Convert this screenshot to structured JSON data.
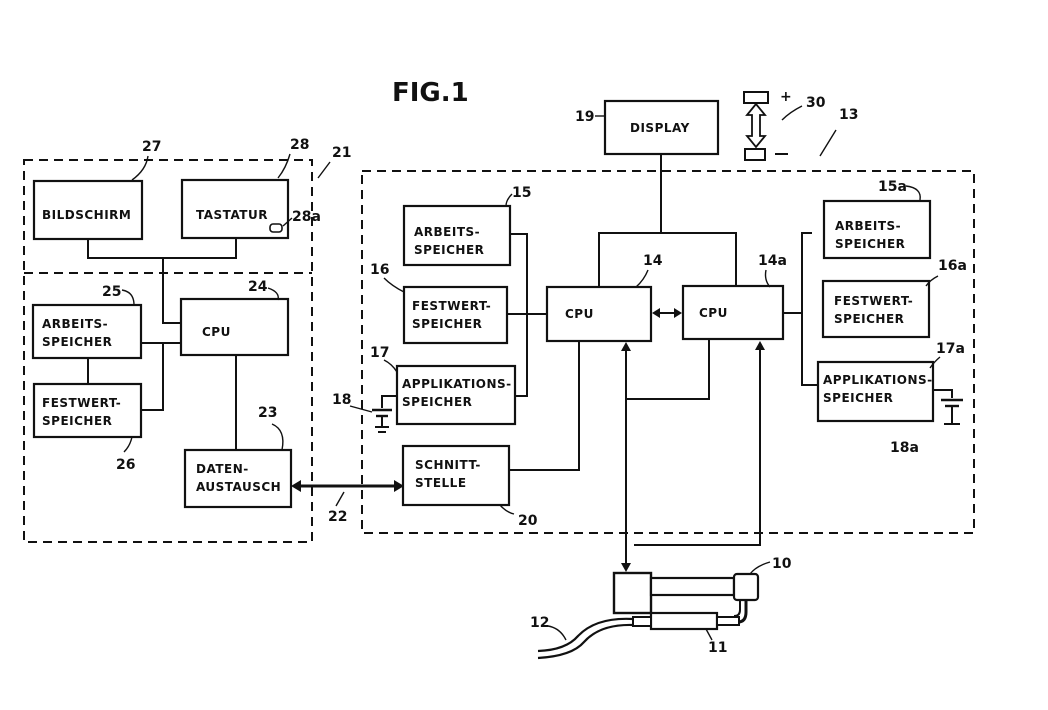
{
  "figure": {
    "title": "FIG.1"
  },
  "terminal_21": {
    "label": "21",
    "blocks": {
      "bildschirm": {
        "ref": "27",
        "lines": [
          "BILDSCHIRM"
        ]
      },
      "tastatur": {
        "ref": "28",
        "lines": [
          "TASTATUR"
        ],
        "key_ref": "28a"
      },
      "cpu": {
        "ref": "24",
        "lines": [
          "CPU"
        ]
      },
      "arbeitsspeicher": {
        "ref": "25",
        "lines": [
          "ARBEITS-",
          "SPEICHER"
        ]
      },
      "festwertspeicher": {
        "ref": "26",
        "lines": [
          "FESTWERT-",
          "SPEICHER"
        ]
      },
      "datenaustausch": {
        "ref": "23",
        "lines": [
          "DATEN-",
          "AUSTAUSCH"
        ]
      }
    },
    "link_ref": "22"
  },
  "device_13": {
    "label": "13",
    "display": {
      "ref": "19",
      "lines": [
        "DISPLAY"
      ]
    },
    "switch_ref": "30",
    "switch_sign": "+",
    "blocks": {
      "arbeitsspeicher": {
        "ref": "15",
        "lines": [
          "ARBEITS-",
          "SPEICHER"
        ]
      },
      "festwertspeicher": {
        "ref": "16",
        "lines": [
          "FESTWERT-",
          "SPEICHER"
        ]
      },
      "applikationsspeicher": {
        "ref": "17",
        "lines": [
          "APPLIKATIONS-",
          "SPEICHER"
        ]
      },
      "battery_ref": "18",
      "schnittstelle": {
        "ref": "20",
        "lines": [
          "SCHNITT-",
          "STELLE"
        ]
      },
      "cpu_main": {
        "ref": "14",
        "lines": [
          "CPU"
        ]
      },
      "cpu_second": {
        "ref": "14a",
        "lines": [
          "CPU"
        ]
      },
      "arbeitsspeicher_a": {
        "ref": "15a",
        "lines": [
          "ARBEITS-",
          "SPEICHER"
        ]
      },
      "festwertspeicher_a": {
        "ref": "16a",
        "lines": [
          "FESTWERT-",
          "SPEICHER"
        ]
      },
      "applikationsspeicher_a": {
        "ref": "17a",
        "lines": [
          "APPLIKATIONS-",
          "SPEICHER"
        ]
      },
      "battery_a_ref": "18a"
    }
  },
  "injector": {
    "ref": "10",
    "hose_ref": "12",
    "syringe_ref": "11"
  }
}
